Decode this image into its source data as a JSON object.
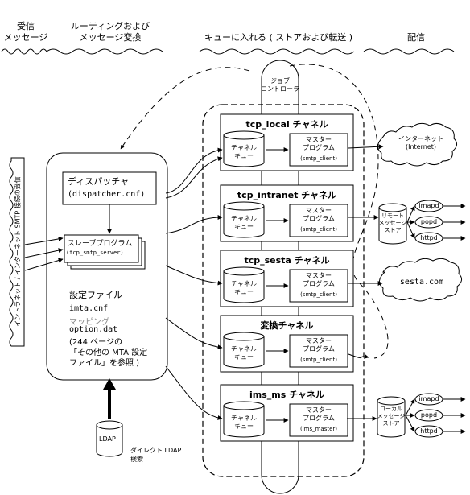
{
  "headers": {
    "receive": "受信\nメッセージ",
    "routing": "ルーティングおよび\nメッセージ変換",
    "enqueue": "キューに入れる ( ストアおよび転送 )",
    "deliver": "配信"
  },
  "job_controller": "ジョブ\nコントローラ",
  "left_label": "イントラネット / インターネット SMTP 接続の受信",
  "dispatcher": {
    "title": "ディスパッチャ",
    "file": "(dispatcher.cnf)"
  },
  "slave": {
    "title": "スレーブプログラム",
    "name": "(tcp_smtp_server)"
  },
  "config": {
    "title": "設定ファイル",
    "items": [
      "imta.cnf",
      "マッピング",
      "option.dat",
      "(244 ページの",
      "「その他の MTA 設定",
      "ファイル」を参照 )"
    ]
  },
  "ldap": {
    "label": "LDAP",
    "caption": "ダイレクト LDAP\n検索"
  },
  "channels": [
    {
      "title": "tcp_local チャネル",
      "queue": "チャネル\nキュー",
      "master": "マスター\nプログラム",
      "program": "(smtp_client)"
    },
    {
      "title": "tcp_intranet チャネル",
      "queue": "チャネル\nキュー",
      "master": "マスター\nプログラム",
      "program": "(smtp_client)"
    },
    {
      "title": "tcp_sesta チャネル",
      "queue": "チャネル\nキュー",
      "master": "マスター\nプログラム",
      "program": "(smtp_client)"
    },
    {
      "title": "変換チャネル",
      "queue": "チャネル\nキュー",
      "master": "マスター\nプログラム",
      "program": "(smtp_client)"
    },
    {
      "title": "ims_ms チャネル",
      "queue": "チャネル\nキュー",
      "master": "マスター\nプログラム",
      "program": "(ims_master)"
    }
  ],
  "internet_cloud": "インターネット\n(Internet)",
  "sesta_cloud": "sesta.com",
  "remote_store": {
    "label": "リモート\nメッセージ\nストア",
    "services": [
      "imapd",
      "popd",
      "httpd"
    ]
  },
  "local_store": {
    "label": "ローカル\nメッセージ\nストア",
    "services": [
      "imapd",
      "popd",
      "httpd"
    ]
  }
}
